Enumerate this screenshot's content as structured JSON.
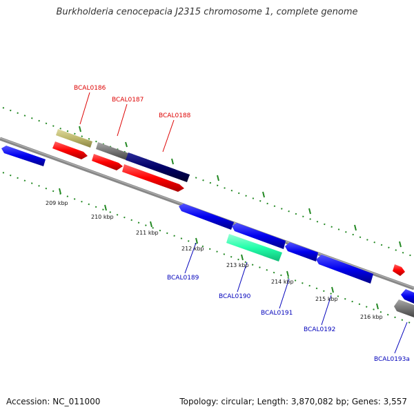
{
  "title": "Burkholderia cenocepacia J2315 chromosome 1, complete genome",
  "footer": {
    "accession": "Accession: NC_011000",
    "stats": "Topology: circular; Length: 3,870,082 bp; Genes: 3,557"
  },
  "ticks": [
    "209 kbp",
    "210 kbp",
    "211 kbp",
    "212 kbp",
    "213 kbp",
    "214 kbp",
    "215 kbp",
    "216 kbp"
  ],
  "gene_labels": {
    "BCAL0186": "BCAL0186",
    "BCAL0187": "BCAL0187",
    "BCAL0188": "BCAL0188",
    "BCAL0189": "BCAL0189",
    "BCAL0190": "BCAL0190",
    "BCAL0191": "BCAL0191",
    "BCAL0192": "BCAL0192",
    "BCAL0193a": "BCAL0193a"
  },
  "colors": {
    "forward_label": "#dd0000",
    "reverse_label": "#0000bb",
    "red_gene": "#ff0000",
    "blue_gene": "#0000ee",
    "navy_gene": "#000066",
    "gray_gene": "#777777",
    "khaki_gene": "#bdb76b",
    "teal_gene": "#22ffaa",
    "backbone": "#888888",
    "dots": "#228822"
  }
}
